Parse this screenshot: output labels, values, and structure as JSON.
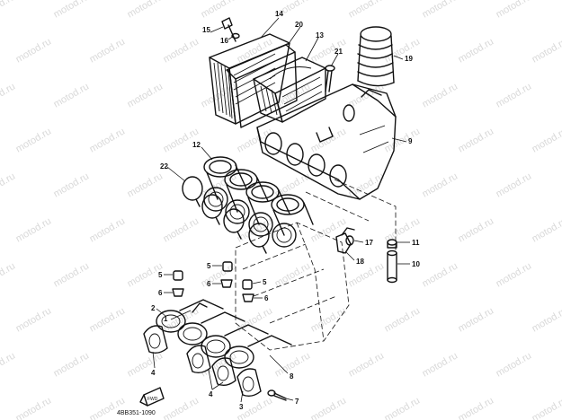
{
  "diagram": {
    "drawing_code": "4BB351-1090",
    "watermark": "motod.ru",
    "front_marker": "FWD",
    "callouts": [
      {
        "label": "14"
      },
      {
        "label": "20"
      },
      {
        "label": "13"
      },
      {
        "label": "15"
      },
      {
        "label": "16"
      },
      {
        "label": "21"
      },
      {
        "label": "19"
      },
      {
        "label": "9"
      },
      {
        "label": "12"
      },
      {
        "label": "22"
      },
      {
        "label": "17"
      },
      {
        "label": "11"
      },
      {
        "label": "18"
      },
      {
        "label": "10"
      },
      {
        "label": "5"
      },
      {
        "label": "5"
      },
      {
        "label": "5"
      },
      {
        "label": "6"
      },
      {
        "label": "6"
      },
      {
        "label": "6"
      },
      {
        "label": "2"
      },
      {
        "label": "1"
      },
      {
        "label": "4"
      },
      {
        "label": "4"
      },
      {
        "label": "3"
      },
      {
        "label": "8"
      },
      {
        "label": "7"
      }
    ]
  }
}
